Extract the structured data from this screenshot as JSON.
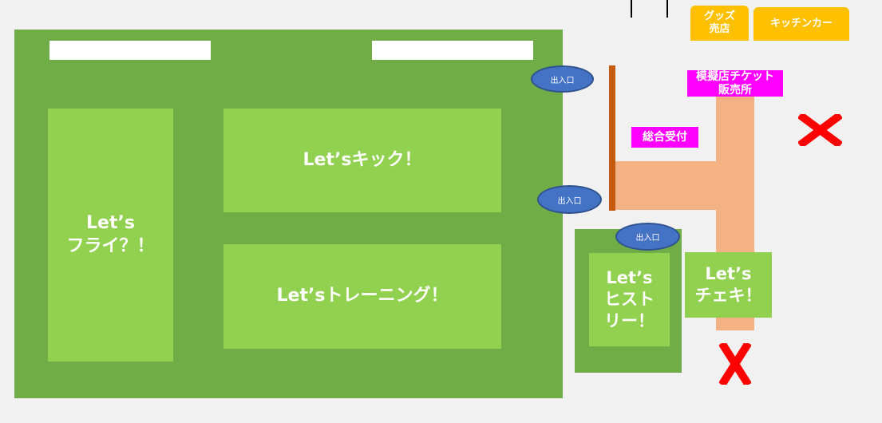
{
  "zones": {
    "fly": "Let’s\nフライ？！",
    "kick": "Let’sキック！",
    "training": "Let’sトレーニング！",
    "history": "Let’s\nヒスト\nリー！",
    "cheki": "Let’s\nチェキ！"
  },
  "exits": {
    "top": "出入口",
    "middle": "出入口",
    "history": "出入口"
  },
  "labels": {
    "reception": "総合受付",
    "ticket_booth": "模擬店チケット\n販売所",
    "goods_shop": "グッズ\n売店",
    "kitchen_car": "キッチンカー"
  },
  "marks": {
    "cross_right": "✕",
    "cross_bottom": "✕"
  },
  "colors": {
    "hall": "#70ad47",
    "zone": "#92d050",
    "path": "#f4b183",
    "exit": "#4472c4",
    "label_pink": "#ff00ff",
    "label_orange": "#ffc000",
    "cross": "#ff0000"
  }
}
